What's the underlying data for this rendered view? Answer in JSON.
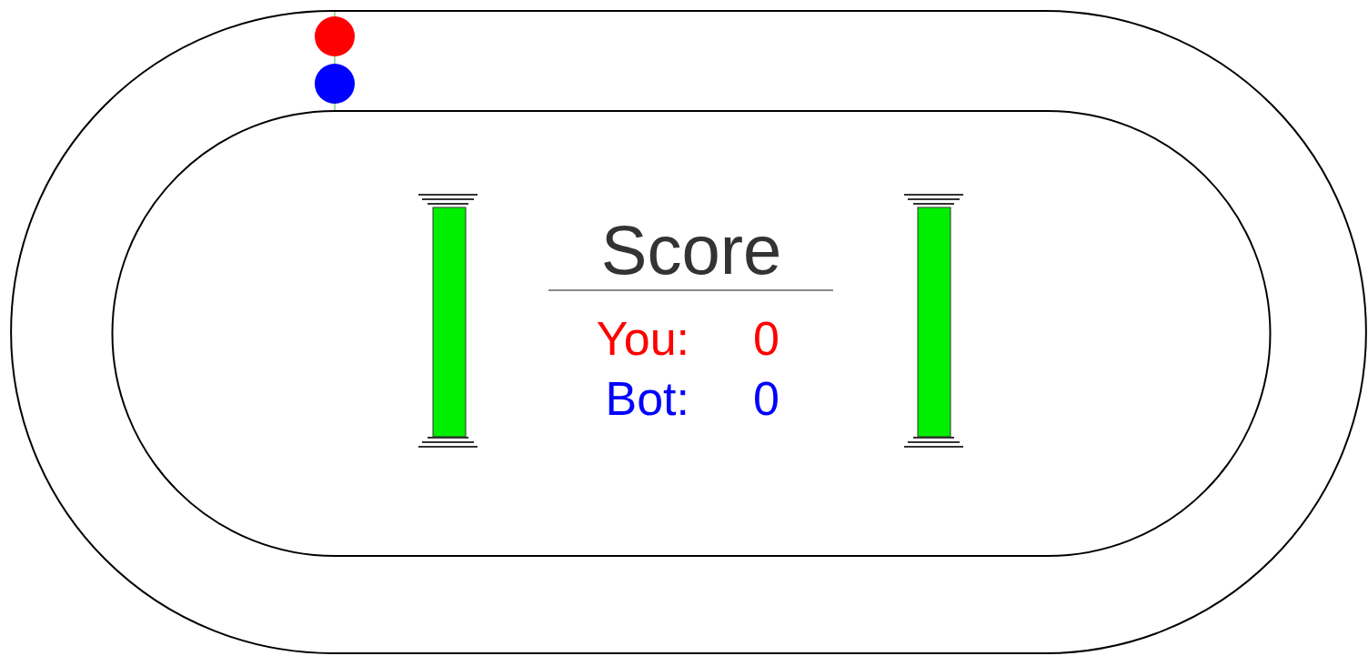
{
  "diagram": {
    "title": "Score",
    "labels": [
      "You:",
      "0",
      "Bot:",
      "0"
    ]
  }
}
